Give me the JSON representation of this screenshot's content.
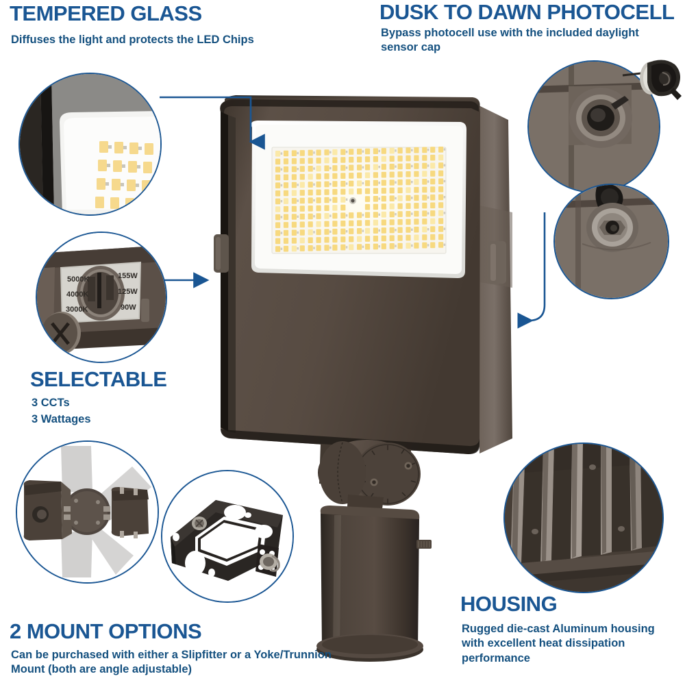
{
  "page": {
    "title": "LED Flood Light Feature Infographic",
    "background": "#ffffff",
    "heading_color": "#1a5693",
    "body_color": "#14507f",
    "callout_border_color": "#1a5693",
    "housing_color": "#4a4038"
  },
  "features": {
    "tempered_glass": {
      "heading": "TEMPERED GLASS",
      "body": "Diffuses the light and protects the LED Chips"
    },
    "photocell": {
      "heading": "DUSK TO DAWN PHOTOCELL",
      "body": "Bypass photocell use with the included daylight sensor cap"
    },
    "selectable": {
      "heading": "SELECTABLE",
      "body_line1": "3 CCTs",
      "body_line2": "3 Wattages",
      "cct_options": [
        "5000K",
        "4000K",
        "3000K"
      ],
      "wattage_options": [
        "155W",
        "125W",
        "90W"
      ]
    },
    "mount": {
      "heading": "2 MOUNT OPTIONS",
      "body": "Can be purchased with either a Slipfitter or a Yoke/Trunnion Mount (both are angle adjustable)"
    },
    "housing": {
      "heading": "HOUSING",
      "body": "Rugged die-cast Aluminum housing with excellent heat dissipation performance"
    }
  },
  "callouts": {
    "glass_detail": "tempered-glass-closeup",
    "selector_detail": "cct-wattage-selector-closeup",
    "photocell_top": "photocell-receptacle-closeup",
    "photocell_bottom": "photocell-cap-installed-closeup",
    "slipfitter": "slipfitter-mount-rotation-closeup",
    "trunnion": "yoke-trunnion-mount-closeup",
    "heatsink": "heatsink-fins-closeup"
  },
  "product": {
    "name": "led-flood-light-fixture"
  }
}
